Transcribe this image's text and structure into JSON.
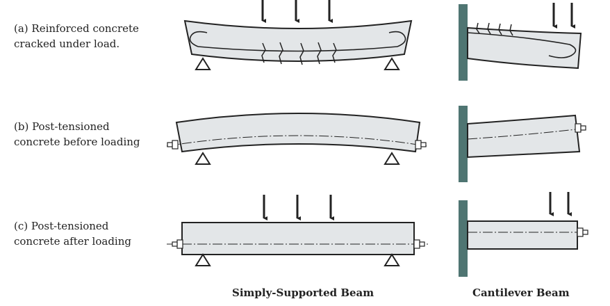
{
  "rows": [
    {
      "line1": "(a) Reinforced concrete",
      "line2": "cracked under load."
    },
    {
      "line1": "(b) Post-tensioned",
      "line2": "concrete before loading"
    },
    {
      "line1": "(c) Post-tensioned",
      "line2": "concrete after loading"
    }
  ],
  "captions": {
    "simple": "Simply-Supported Beam",
    "cantilever": "Cantilever Beam"
  },
  "colors": {
    "beam_fill": "#e3e6e8",
    "outline": "#222222",
    "wall": "#4f7572",
    "background": "#ffffff"
  }
}
